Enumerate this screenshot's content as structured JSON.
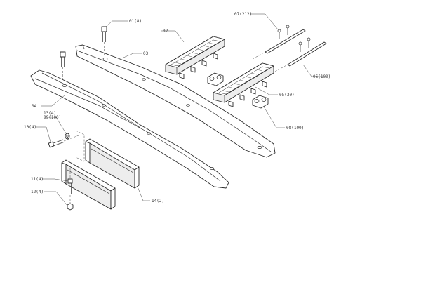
{
  "callouts": {
    "c01": "01(8)",
    "c02": "02",
    "c03": "03",
    "c04": "04",
    "c05": "05(30)",
    "c06": "06(100)",
    "c07": "07(212)",
    "c08": "08(100)",
    "c09": "09(100)",
    "c10": "10(4)",
    "c11": "11(4)",
    "c12": "12(4)",
    "c13": "13(4)",
    "c14": "14(2)"
  },
  "colors": {
    "line": "#2b2b2b",
    "background": "#ffffff",
    "shade": "#ededed"
  }
}
